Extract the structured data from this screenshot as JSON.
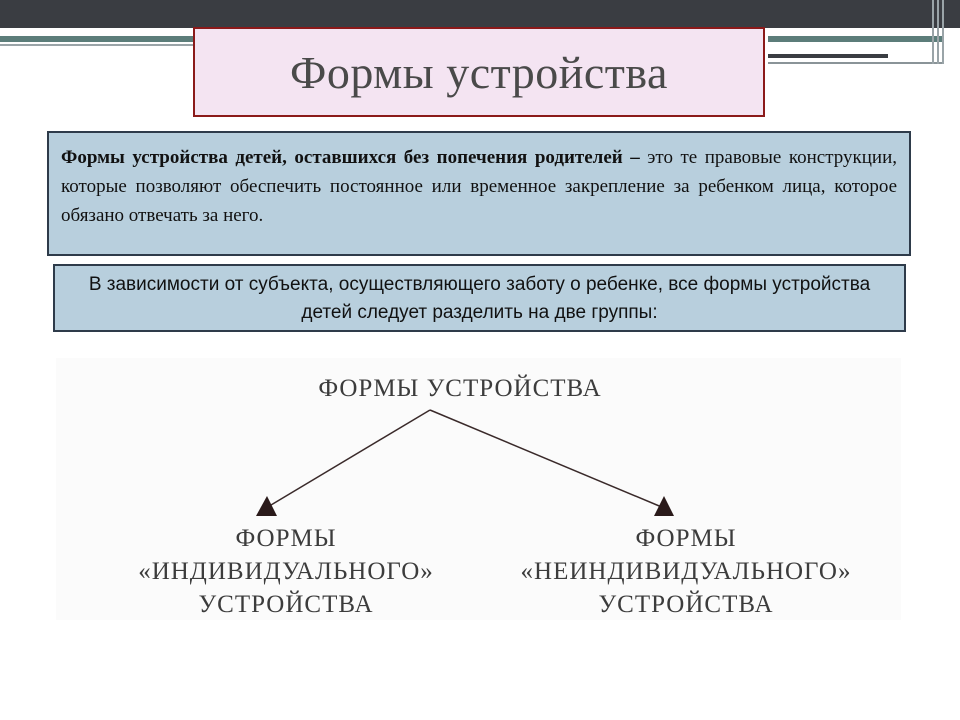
{
  "slide": {
    "title": "Формы устройства"
  },
  "definition": {
    "term": "Формы устройства детей, оставшихся без попечения родителей –",
    "text": " это те правовые конструкции, которые позволяют обеспечить постоянное или временное закрепление за ребенком лица, которое обязано отвечать за него."
  },
  "grouping": {
    "text": "В зависимости от субъекта, осуществляющего заботу о ребенке, все формы устройства детей следует разделить на две группы:"
  },
  "diagram": {
    "root": "ФОРМЫ УСТРОЙСТВА",
    "left": {
      "line1": "ФОРМЫ",
      "line2": "«ИНДИВИДУАЛЬНОГО»",
      "line3": "УСТРОЙСТВА"
    },
    "right": {
      "line1": "ФОРМЫ",
      "line2": "«НЕИНДИВИДУАЛЬНОГО»",
      "line3": "УСТРОЙСТВА"
    },
    "arrow_color": "#3a2a2a"
  },
  "colors": {
    "title_bg": "#f4e4f2",
    "title_border": "#8b1a1a",
    "box_bg": "#b8cfdd",
    "box_border": "#2e3b4a",
    "top_bar": "#3a3d42",
    "accent_line": "#5c7d7a"
  }
}
